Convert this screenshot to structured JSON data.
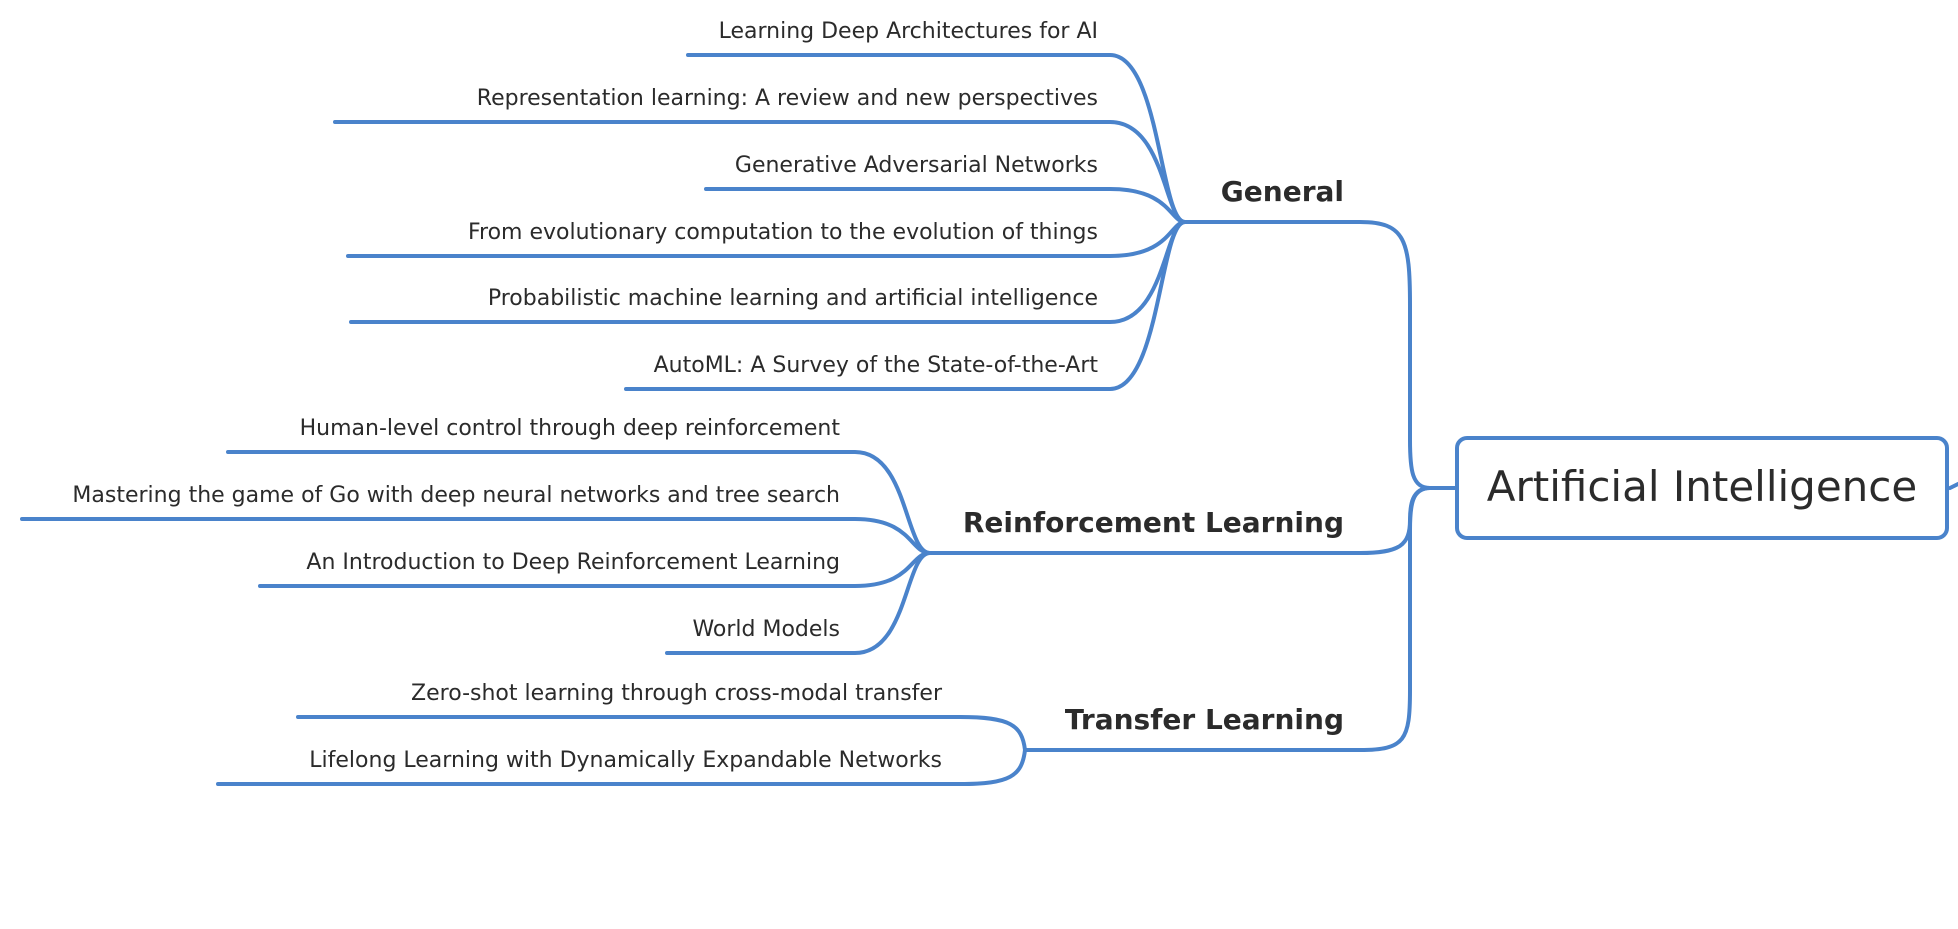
{
  "colors": {
    "edge": "#4a83cb",
    "text": "#2b2b2b",
    "background": "#ffffff"
  },
  "root": {
    "label": "Artificial Intelligence"
  },
  "branches": [
    {
      "label": "General",
      "leaves": [
        "Learning Deep Architectures for AI",
        "Representation learning: A review and new perspectives",
        "Generative Adversarial Networks",
        "From evolutionary computation to the evolution of things",
        "Probabilistic machine learning and artificial intelligence",
        "AutoML: A Survey of the State-of-the-Art"
      ]
    },
    {
      "label": "Reinforcement Learning",
      "leaves": [
        "Human-level control through deep reinforcement",
        "Mastering the game of Go with deep neural networks and tree search",
        "An Introduction to Deep Reinforcement Learning",
        "World Models"
      ]
    },
    {
      "label": "Transfer Learning",
      "leaves": [
        "Zero-shot learning through cross-modal transfer",
        "Lifelong Learning with Dynamically Expandable Networks"
      ]
    }
  ]
}
